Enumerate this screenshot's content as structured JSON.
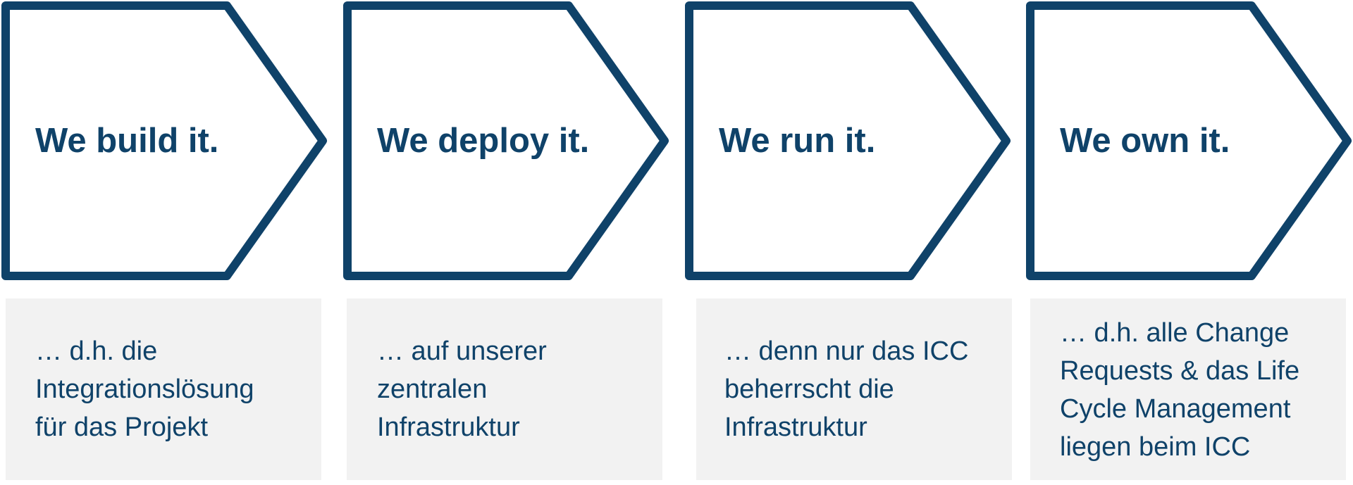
{
  "accent_color": "#0f4269",
  "box_color": "#f2f2f2",
  "steps": [
    {
      "title": "We build it.",
      "desc_lines": [
        "… d.h. die",
        "Integrationslösung",
        "für das Projekt"
      ]
    },
    {
      "title": "We deploy it.",
      "desc_lines": [
        "… auf unserer",
        "zentralen",
        "Infrastruktur"
      ]
    },
    {
      "title": "We run it.",
      "desc_lines": [
        "… denn nur das ICC",
        "beherrscht die",
        "Infrastruktur"
      ]
    },
    {
      "title": "We own it.",
      "desc_lines": [
        "… d.h. alle Change",
        "Requests & das Life",
        "Cycle Management",
        "liegen beim ICC"
      ]
    }
  ]
}
